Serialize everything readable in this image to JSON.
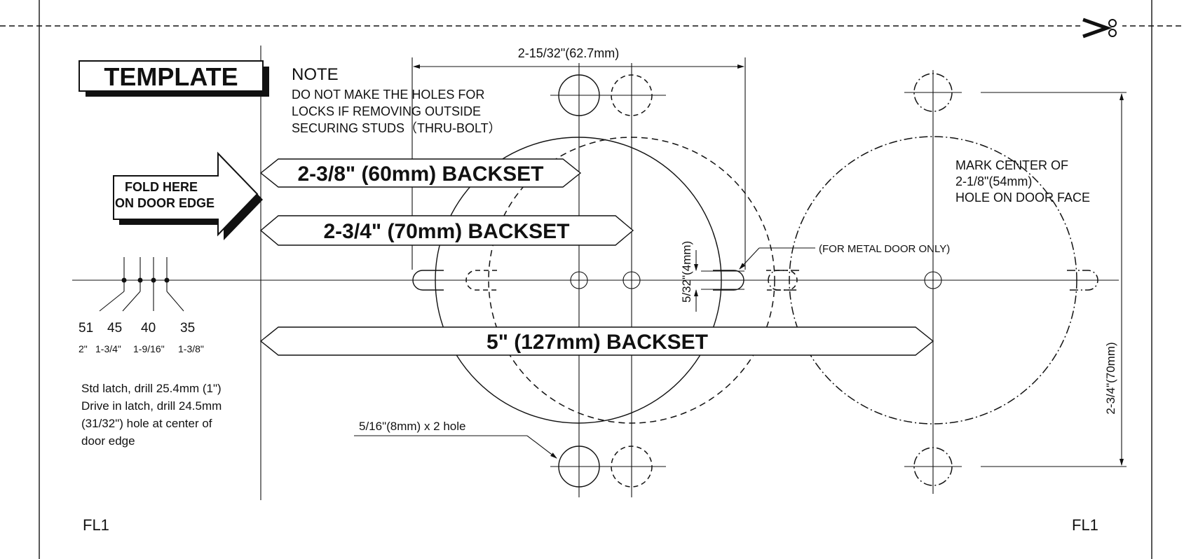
{
  "title": "TEMPLATE",
  "note": {
    "heading": "NOTE",
    "lines": [
      "DO NOT MAKE THE HOLES FOR",
      "LOCKS IF REMOVING OUTSIDE",
      "SECURING STUDS（THRU-BOLT）"
    ]
  },
  "fold_arrow": {
    "line1": "FOLD HERE",
    "line2": "ON DOOR EDGE"
  },
  "backsets": {
    "b60": "2-3/8\" (60mm) BACKSET",
    "b70": "2-3/4\" (70mm) BACKSET",
    "b127": "5\" (127mm) BACKSET"
  },
  "dimensions": {
    "top_spacing": "2-15/32\"(62.7mm)",
    "slot_height": "5/32\"(4mm)",
    "vertical_spacing": "2-3/4\"(70mm)",
    "metal_door": "(FOR METAL DOOR ONLY)",
    "bolt_hole": "5/16\"(8mm) x 2 hole"
  },
  "mark_center": [
    "MARK CENTER OF",
    "2-1/8\"(54mm)",
    "HOLE ON DOOR FACE"
  ],
  "thickness": {
    "mm": [
      "51",
      "45",
      "40",
      "35"
    ],
    "inch": [
      "2\"",
      "1-3/4\"",
      "1-9/16\"",
      "1-3/8\""
    ]
  },
  "latch_note": [
    "Std latch, drill 25.4mm (1\")",
    "Drive in latch, drill 24.5mm",
    "(31/32\") hole at center of",
    "door edge"
  ],
  "footer": {
    "left": "FL1",
    "right": "FL1"
  },
  "icons": {
    "cut": "scissors-icon"
  }
}
